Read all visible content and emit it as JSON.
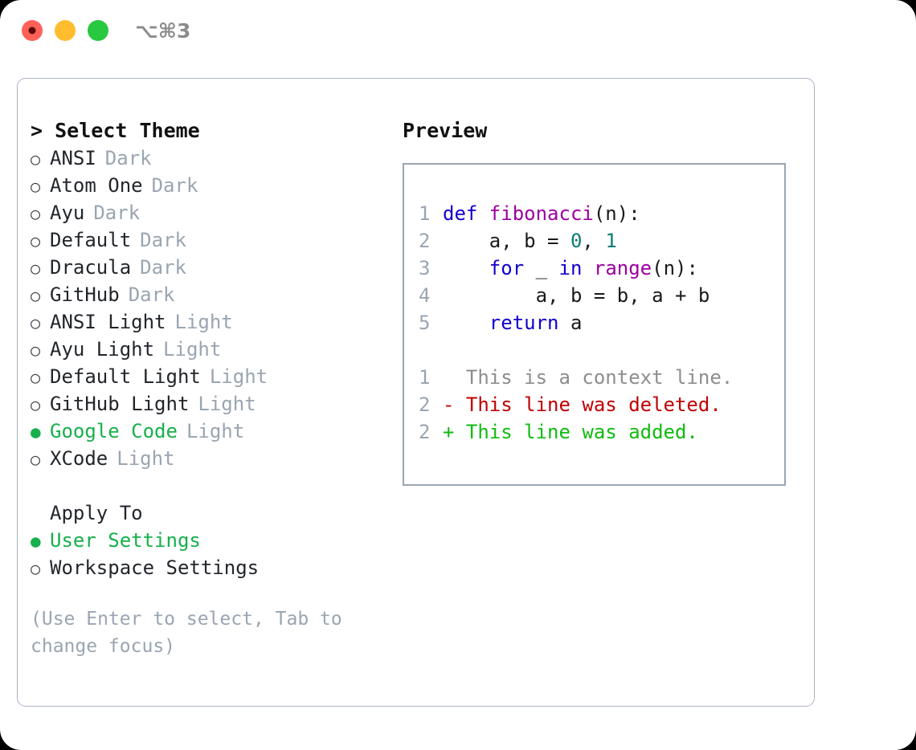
{
  "window": {
    "traffic_lights": [
      {
        "name": "close-button",
        "color": "#ff6159",
        "recording": true
      },
      {
        "name": "minimize-button",
        "color": "#ffbd2e",
        "recording": false
      },
      {
        "name": "maximize-button",
        "color": "#28c840",
        "recording": false
      }
    ],
    "shortcut_label": "⌥⌘3"
  },
  "left": {
    "header": "> Select Theme",
    "themes": [
      {
        "marker": "○",
        "name": "ANSI",
        "variant": "Dark",
        "selected": false
      },
      {
        "marker": "○",
        "name": "Atom One",
        "variant": "Dark",
        "selected": false
      },
      {
        "marker": "○",
        "name": "Ayu",
        "variant": "Dark",
        "selected": false
      },
      {
        "marker": "○",
        "name": "Default",
        "variant": "Dark",
        "selected": false
      },
      {
        "marker": "○",
        "name": "Dracula",
        "variant": "Dark",
        "selected": false
      },
      {
        "marker": "○",
        "name": "GitHub",
        "variant": "Dark",
        "selected": false
      },
      {
        "marker": "○",
        "name": "ANSI Light",
        "variant": "Light",
        "selected": false
      },
      {
        "marker": "○",
        "name": "Ayu Light",
        "variant": "Light",
        "selected": false
      },
      {
        "marker": "○",
        "name": "Default Light",
        "variant": "Light",
        "selected": false
      },
      {
        "marker": "○",
        "name": "GitHub Light",
        "variant": "Light",
        "selected": false
      },
      {
        "marker": "●",
        "name": "Google Code",
        "variant": "Light",
        "selected": true
      },
      {
        "marker": "○",
        "name": "XCode",
        "variant": "Light",
        "selected": false
      }
    ],
    "apply_to": {
      "header": "Apply To",
      "options": [
        {
          "marker": "●",
          "name": "User Settings",
          "selected": true
        },
        {
          "marker": "○",
          "name": "Workspace Settings",
          "selected": false
        }
      ]
    },
    "hint": "(Use Enter to select, Tab to change focus)"
  },
  "right": {
    "title": "Preview",
    "code_lines": [
      {
        "no": "1",
        "tokens": [
          {
            "t": "def ",
            "c": "kw"
          },
          {
            "t": "fibonacci",
            "c": "fn"
          },
          {
            "t": "(n):",
            "c": "pl"
          }
        ]
      },
      {
        "no": "2",
        "tokens": [
          {
            "t": "    a, b = ",
            "c": "pl"
          },
          {
            "t": "0",
            "c": "num"
          },
          {
            "t": ", ",
            "c": "pl"
          },
          {
            "t": "1",
            "c": "num"
          }
        ]
      },
      {
        "no": "3",
        "tokens": [
          {
            "t": "    ",
            "c": "pl"
          },
          {
            "t": "for",
            "c": "kw"
          },
          {
            "t": " _ ",
            "c": "pl"
          },
          {
            "t": "in",
            "c": "kw"
          },
          {
            "t": " ",
            "c": "pl"
          },
          {
            "t": "range",
            "c": "fn"
          },
          {
            "t": "(n):",
            "c": "pl"
          }
        ]
      },
      {
        "no": "4",
        "tokens": [
          {
            "t": "        a, b = b, a + b",
            "c": "pl"
          }
        ]
      },
      {
        "no": "5",
        "tokens": [
          {
            "t": "    ",
            "c": "pl"
          },
          {
            "t": "return",
            "c": "kw"
          },
          {
            "t": " a",
            "c": "pl"
          }
        ]
      }
    ],
    "diff_lines": [
      {
        "no": "1",
        "kind": "ctx",
        "text": "  This is a context line."
      },
      {
        "no": "2",
        "kind": "del",
        "text": "- This line was deleted."
      },
      {
        "no": "2",
        "kind": "add",
        "text": "+ This line was added."
      }
    ]
  },
  "colors": {
    "accent_green": "#16b04b",
    "muted": "#9aa5b1",
    "keyword": "#1100cc",
    "function": "#9c00a0",
    "number": "#0b7c76",
    "diff_add": "#10bb10",
    "diff_del": "#c00000",
    "diff_ctx": "#8d8d8d",
    "border": "#9aa5b1"
  }
}
